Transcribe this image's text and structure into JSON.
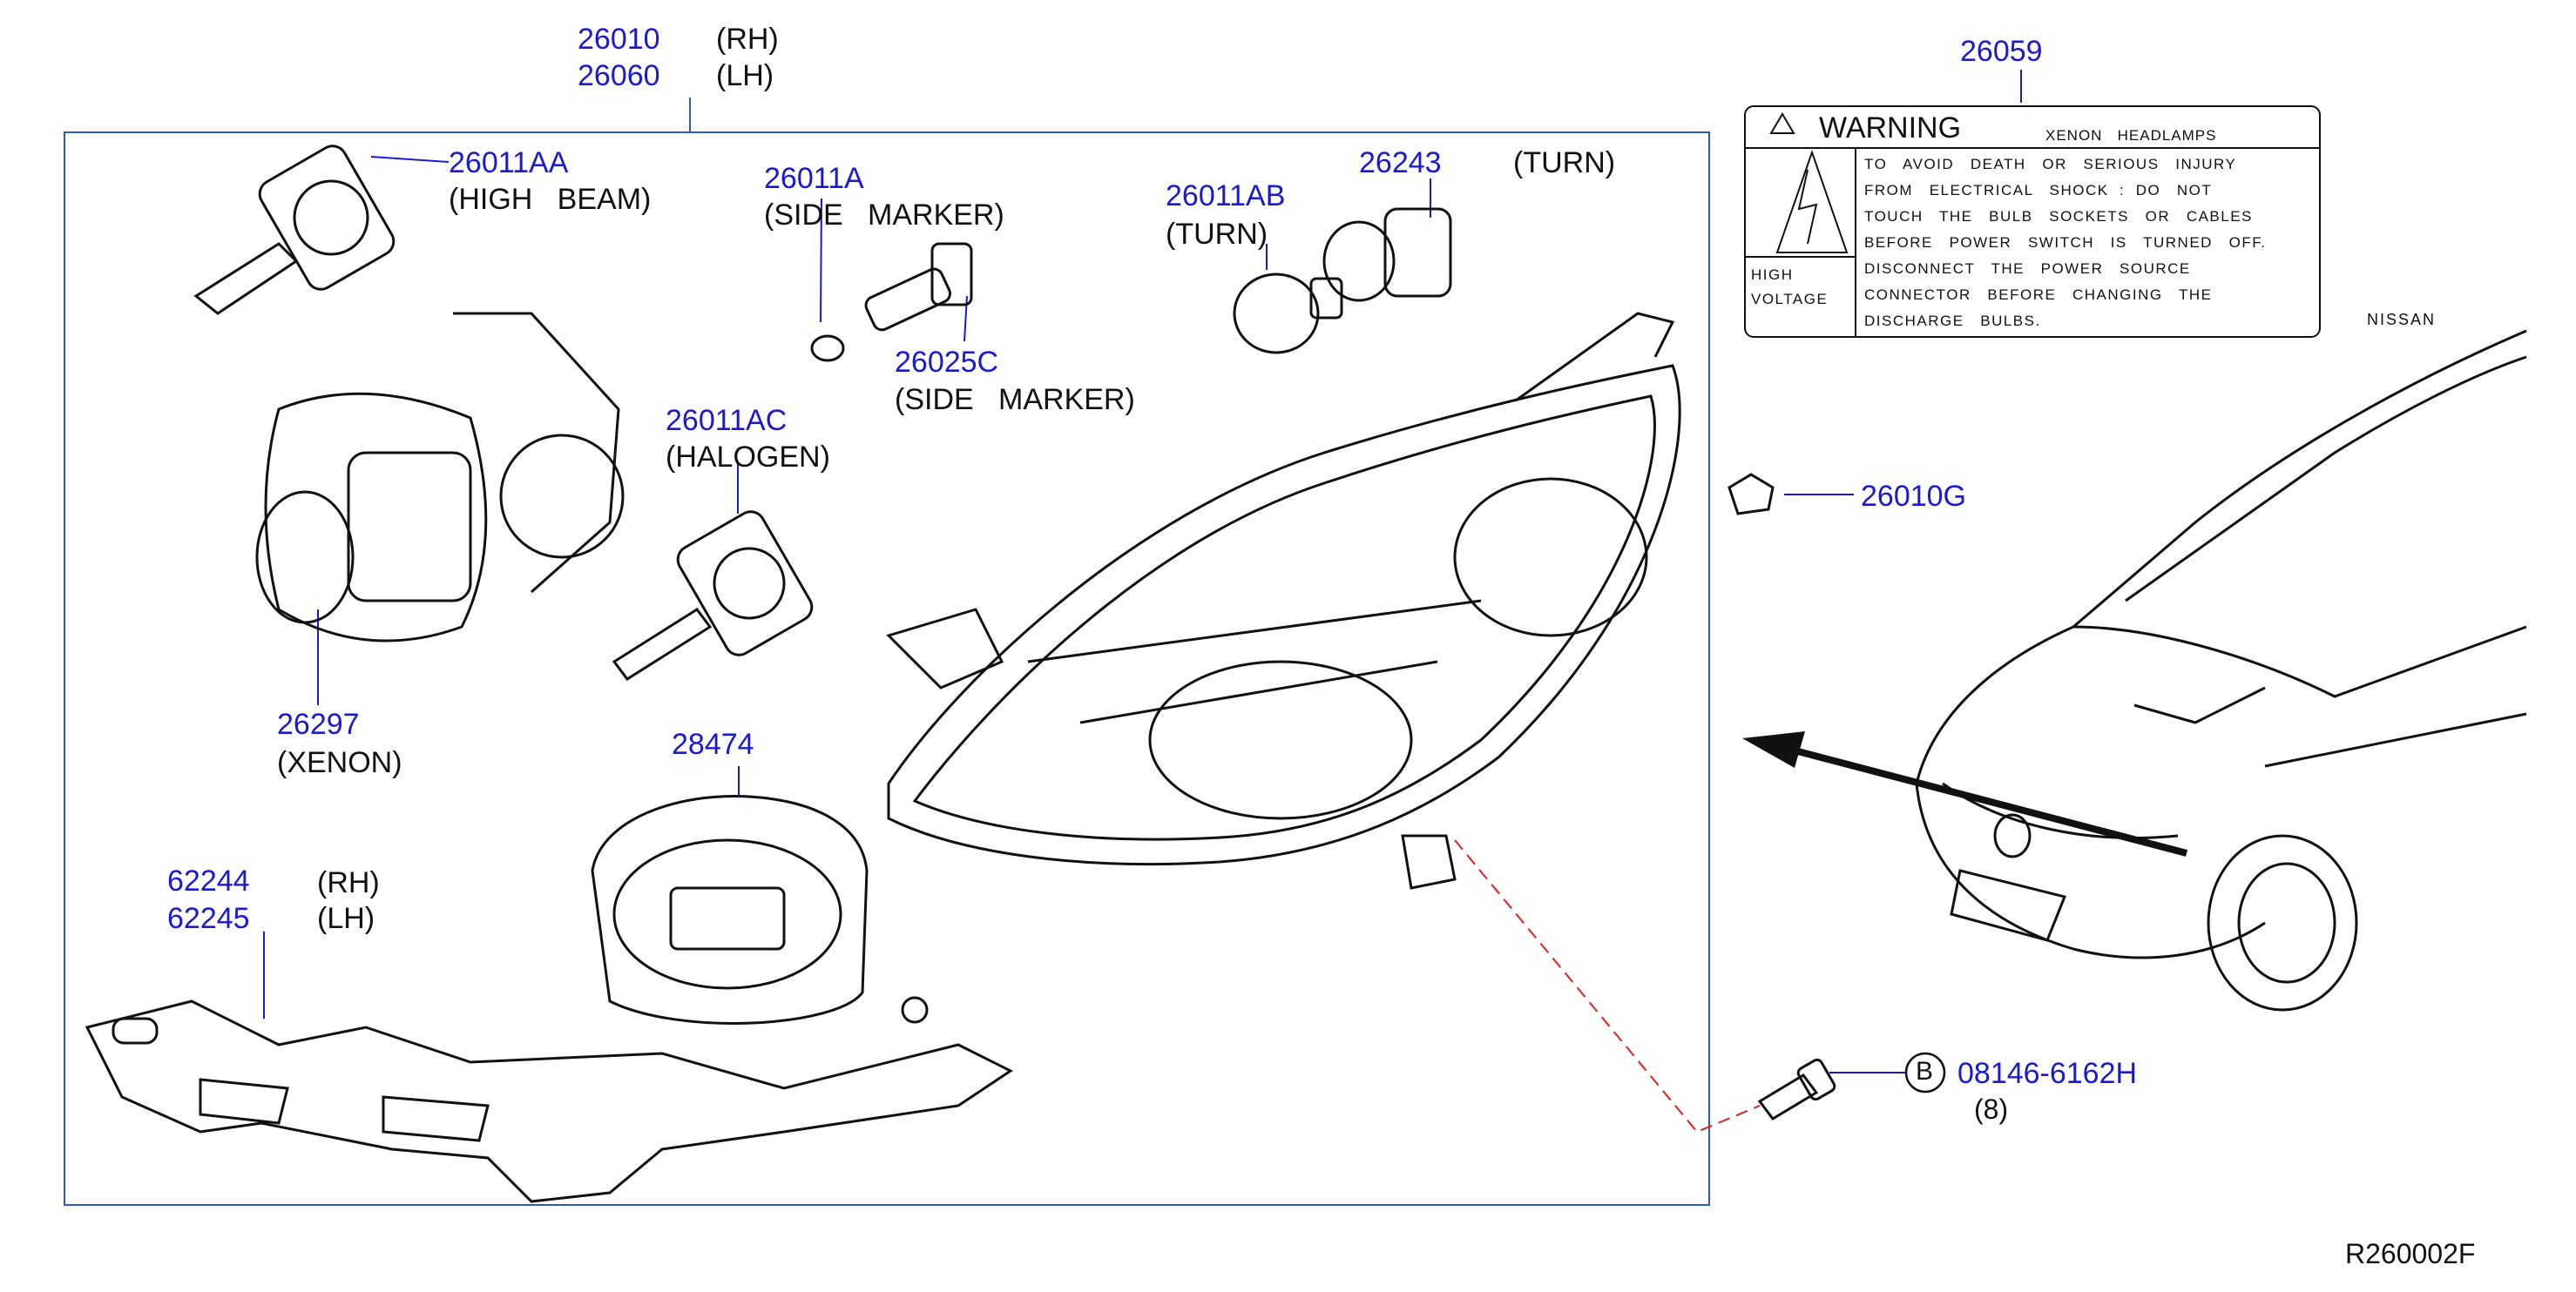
{
  "assembly": {
    "rh_number": "26010",
    "rh_side": "(RH)",
    "lh_number": "26060",
    "lh_side": "(LH)"
  },
  "parts": [
    {
      "id": "high-beam",
      "number": "26011AA",
      "description": "(HIGH   BEAM)"
    },
    {
      "id": "side-marker-bulb",
      "number": "26011A",
      "description": "(SIDE   MARKER)"
    },
    {
      "id": "side-marker-socket",
      "number": "26025C",
      "description": "(SIDE   MARKER)"
    },
    {
      "id": "turn-bulb",
      "number": "26011AB",
      "description": "(TURN)"
    },
    {
      "id": "turn-socket",
      "number": "26243",
      "description": "(TURN)"
    },
    {
      "id": "halogen",
      "number": "26011AC",
      "description": "(HALOGEN)"
    },
    {
      "id": "xenon",
      "number": "26297",
      "description": "(XENON)"
    },
    {
      "id": "ballast",
      "number": "28474",
      "description": ""
    },
    {
      "id": "clip",
      "number": "26010G",
      "description": ""
    }
  ],
  "brackets": {
    "rh_number": "62244",
    "rh_side": "(RH)",
    "lh_number": "62245",
    "lh_side": "(LH)"
  },
  "bolt": {
    "marker": "B",
    "number": "08146-6162H",
    "qty": "(8)"
  },
  "warning_label": {
    "number": "26059",
    "title": "WARNING",
    "subtitle": "XENON   HEADLAMPS",
    "high_voltage": [
      "HIGH",
      "VOLTAGE"
    ],
    "lines": [
      "TO   AVOID   DEATH   OR   SERIOUS   INJURY",
      "FROM   ELECTRICAL   SHOCK  :  DO   NOT",
      "TOUCH   THE   BULB   SOCKETS   OR   CABLES",
      "BEFORE   POWER   SWITCH   IS   TURNED   OFF.",
      "DISCONNECT   THE   POWER   SOURCE",
      "CONNECTOR   BEFORE   CHANGING   THE",
      "DISCHARGE   BULBS."
    ]
  },
  "car_brand": "NISSAN",
  "reference": "R260002F",
  "colors": {
    "part_number": "#1a1ad0",
    "frame": "#3355cc",
    "leader": "#1a1ad0",
    "hidden_line": "#e02020",
    "ink": "#111111"
  }
}
